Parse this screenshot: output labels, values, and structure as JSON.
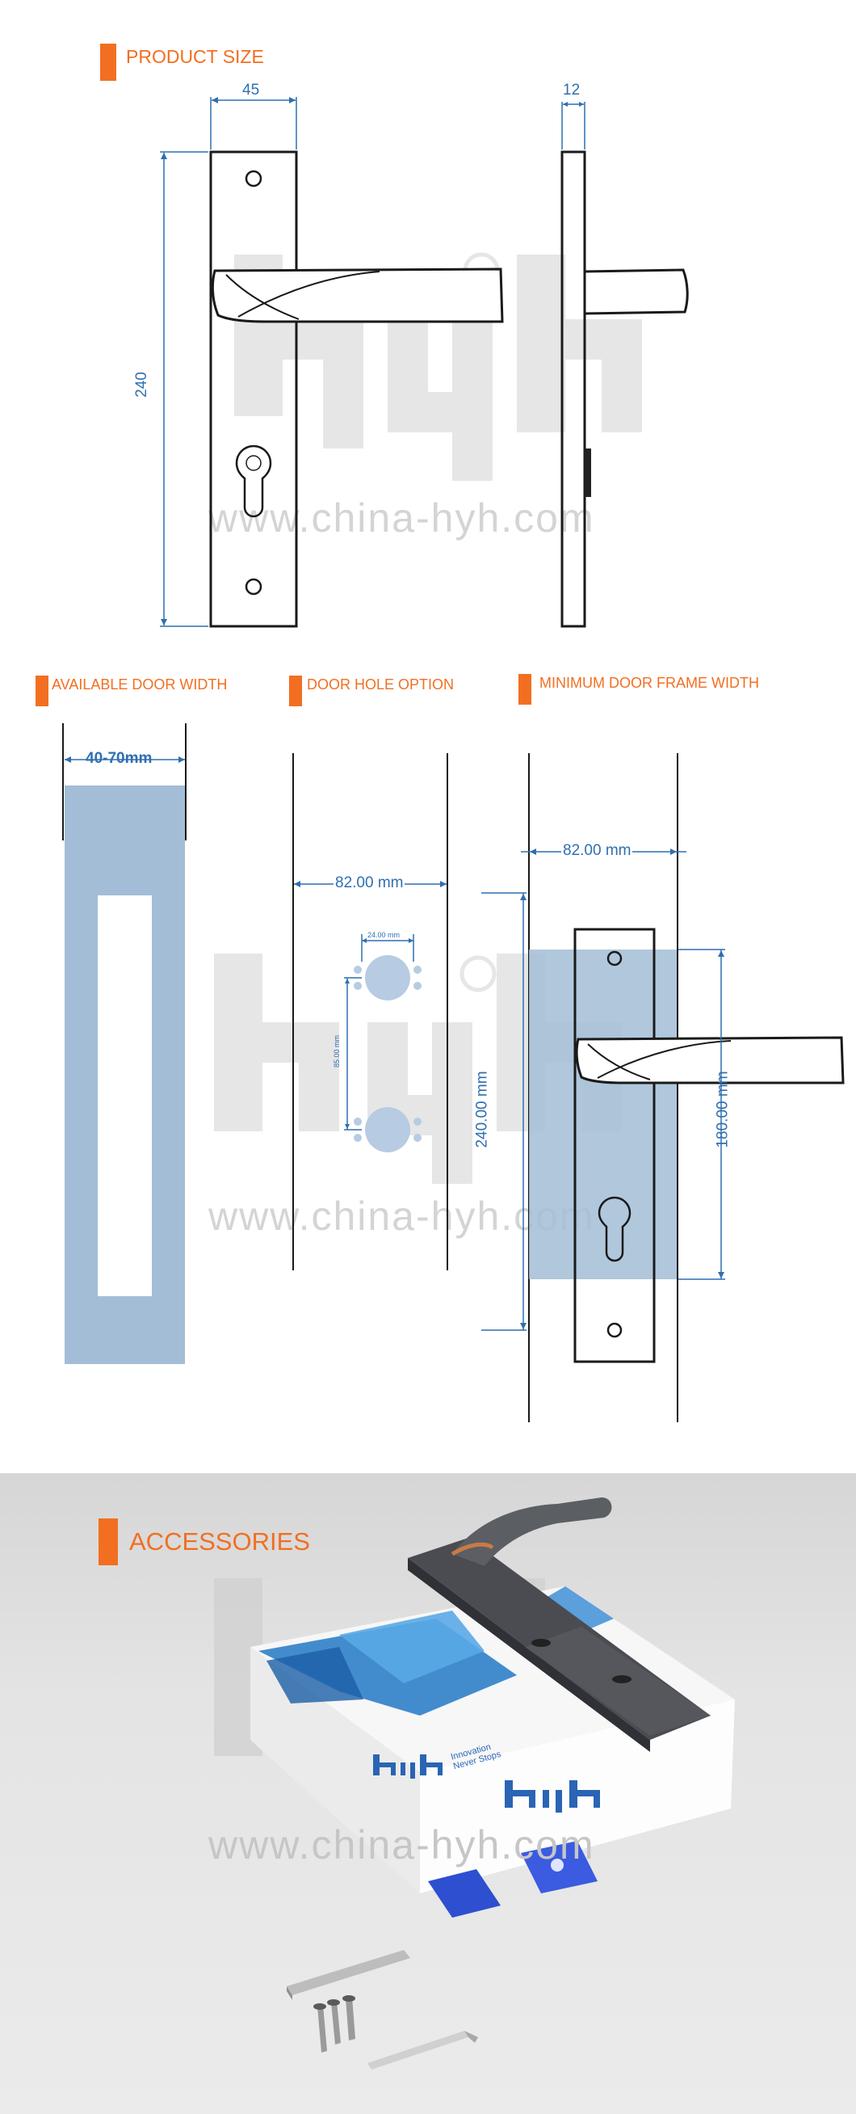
{
  "sections": {
    "product_size": "PRODUCT SIZE",
    "available_door_width": "AVAILABLE DOOR WIDTH",
    "door_hole_option": "DOOR HOLE OPTION",
    "minimum_door_frame_width": "MINIMUM DOOR FRAME WIDTH",
    "accessories": "ACCESSORIES"
  },
  "dimensions": {
    "plate_width": "45",
    "plate_thickness": "12",
    "plate_height": "240",
    "door_width": "40-70mm",
    "hole_span": "82.00 mm",
    "hole_small": "24.00 mm",
    "hole_pitch": "85.00 mm",
    "frame_span": "82.00 mm",
    "frame_height": "240.00 mm",
    "frame_inner": "180.00 mm"
  },
  "watermark": {
    "url": "www.china-hyh.com"
  },
  "box": {
    "brand": "hyh",
    "tagline_1": "Innovation",
    "tagline_2": "Never Stops"
  },
  "colors": {
    "accent": "#f26f21",
    "dimension": "#2f6fb0",
    "door_fill": "#a3bdd6",
    "hole_fill": "#b7cbe2"
  }
}
